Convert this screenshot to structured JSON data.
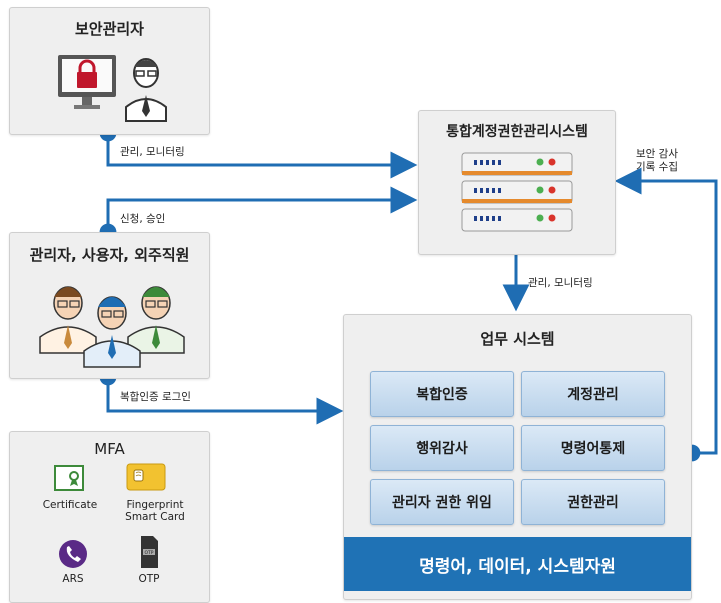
{
  "security_admin": {
    "title": "보안관리자"
  },
  "users": {
    "title": "관리자, 사용자, 외주직원"
  },
  "mfa": {
    "title": "MFA",
    "items": [
      {
        "label": "Certificate"
      },
      {
        "label": "Fingerprint Smart Card"
      },
      {
        "label": "ARS"
      },
      {
        "label": "OTP"
      }
    ]
  },
  "iam_system": {
    "title": "통합계정권한관리시스템"
  },
  "business_system": {
    "title": "업무 시스템",
    "modules": [
      "복합인증",
      "계정관리",
      "행위감사",
      "명령어통제",
      "관리자 권한 위임",
      "권한관리"
    ],
    "resources_bar": "명령어, 데이터, 시스템자원"
  },
  "connectors": {
    "admin_to_iam": "관리, 모니터링",
    "users_to_iam": "신청, 승인",
    "users_to_business": "복합인증 로그인",
    "iam_to_business": "관리, 모니터링",
    "audit_collect": "보안 감사\n기록 수집"
  },
  "colors": {
    "connector": "#1f6db3",
    "module_fill": "#c9ddf0",
    "resource_bar": "#1f72b5",
    "box_fill": "#efefef"
  }
}
